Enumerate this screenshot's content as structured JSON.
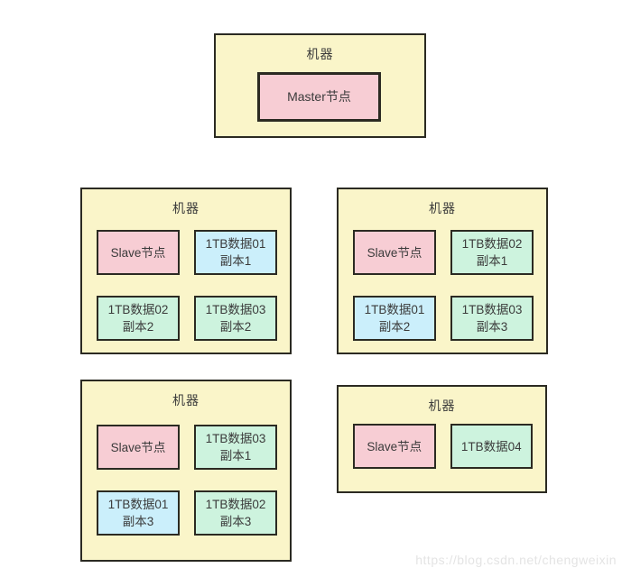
{
  "watermark": "https://blog.csdn.net/chengweixin",
  "colors": {
    "machine_bg": "#faf5c9",
    "master_slave_node_bg": "#f7cdd4",
    "data01_block_bg": "#cbeffb",
    "data_block_bg": "#cdf3de",
    "border": "#2b2a22",
    "text": "#3b3b3b",
    "watermark_text": "#e4e4e4"
  },
  "machines": [
    {
      "title": "机器",
      "nodes": [
        {
          "label": "Master节点"
        }
      ]
    },
    {
      "title": "机器",
      "nodes": [
        {
          "label": "Slave节点"
        },
        {
          "label": "1TB数据01\n副本1"
        },
        {
          "label": "1TB数据02\n副本2"
        },
        {
          "label": "1TB数据03\n副本2"
        }
      ]
    },
    {
      "title": "机器",
      "nodes": [
        {
          "label": "Slave节点"
        },
        {
          "label": "1TB数据02\n副本1"
        },
        {
          "label": "1TB数据01\n副本2"
        },
        {
          "label": "1TB数据03\n副本3"
        }
      ]
    },
    {
      "title": "机器",
      "nodes": [
        {
          "label": "Slave节点"
        },
        {
          "label": "1TB数据03\n副本1"
        },
        {
          "label": "1TB数据01\n副本3"
        },
        {
          "label": "1TB数据02\n副本3"
        }
      ]
    },
    {
      "title": "机器",
      "nodes": [
        {
          "label": "Slave节点"
        },
        {
          "label": "1TB数据04"
        }
      ]
    }
  ]
}
